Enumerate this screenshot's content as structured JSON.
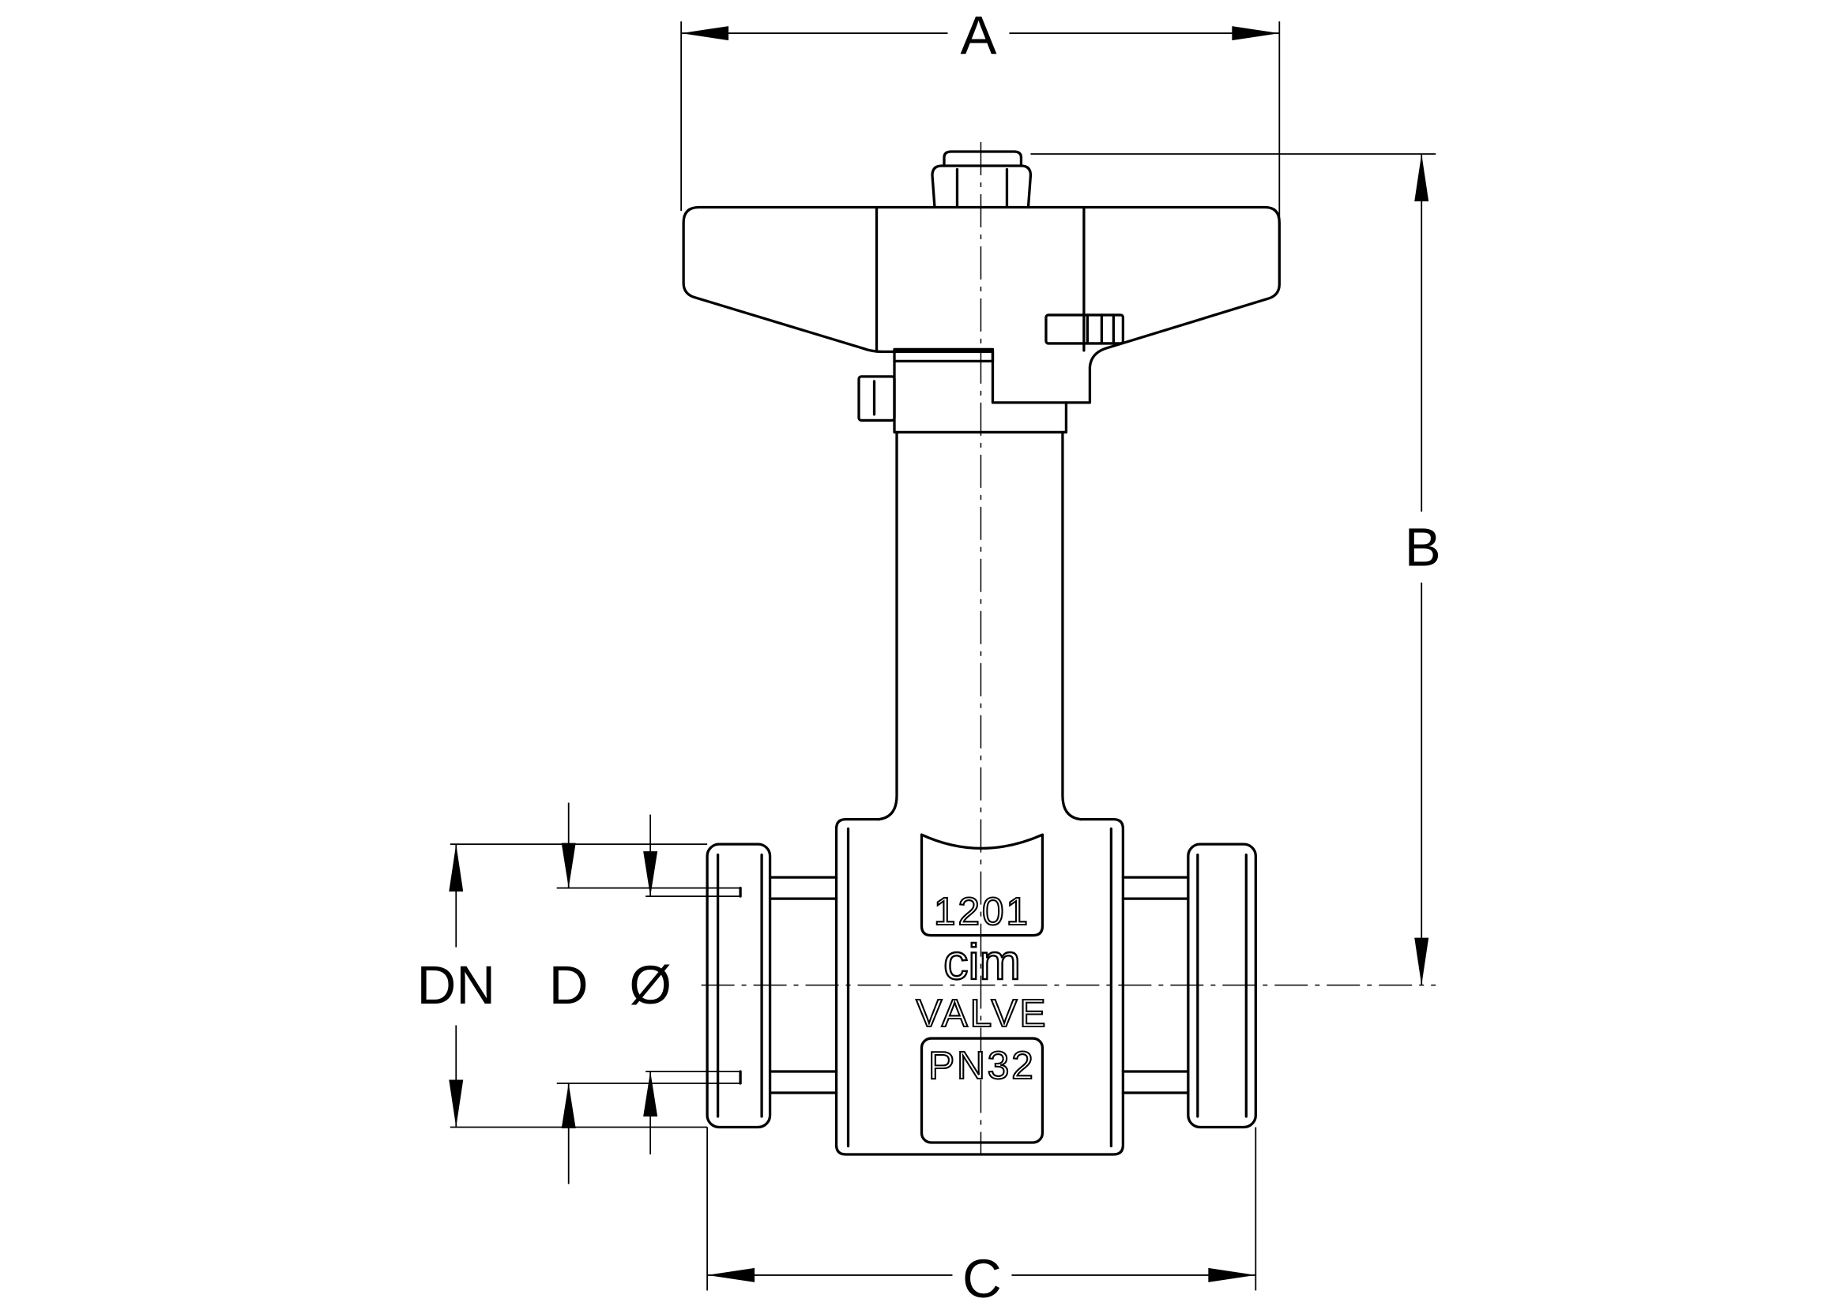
{
  "dimensions": {
    "A": "A",
    "B": "B",
    "C": "C",
    "DN": "DN",
    "D": "D",
    "diameter": "Ø"
  },
  "body_markings": {
    "model": "1201",
    "brand": "cim",
    "type": "VALVE",
    "pressure": "PN32"
  },
  "colors": {
    "line": "#000000",
    "background": "#ffffff"
  }
}
